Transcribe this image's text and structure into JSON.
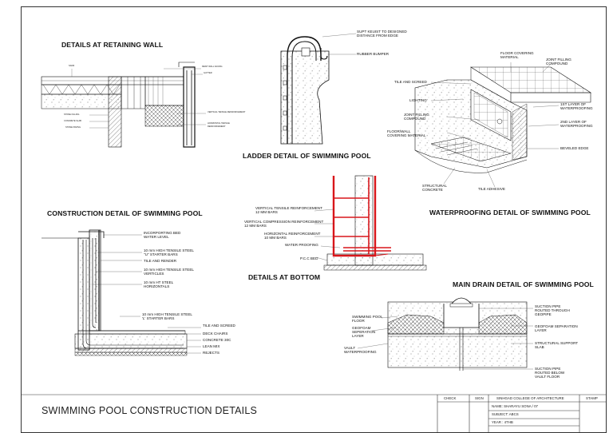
{
  "titles": {
    "retaining_wall": "DETAILS AT RETAINING WALL",
    "ladder": "LADDER DETAIL OF SWIMMING POOL",
    "construction": "CONSTRUCTION DETAIL OF SWIMMING POOL",
    "bottom": "DETAILS AT BOTTOM",
    "waterproofing": "WATERPROOFING DETAIL OF SWIMMING POOL",
    "main_drain": "MAIN DRAIN DETAIL OF SWIMMING POOL"
  },
  "ladder_labels": [
    "SUPT KEUIST TO DESIGNED",
    "DISTANCE FROM EDGE",
    "RUBBER BUMPER"
  ],
  "waterproofing_labels": {
    "floor_covering": [
      "FLOOR COVERING",
      "MATERIAL"
    ],
    "joint_filling": [
      "JOINT FILLING",
      "COMPOUND"
    ],
    "tile_screed": "TILE AND SCREED",
    "lighting": "LIGHTING",
    "joint_filling_2": [
      "JOINT FILLING",
      "COMPOUND"
    ],
    "floor_wall": [
      "FLOOR/WALL",
      "COVERING MATERIAL"
    ],
    "first_layer": [
      "1ST LAYER OF",
      "WATERPROOFING"
    ],
    "second_layer": [
      "2ND LAYER OF",
      "WATERPROOFING"
    ],
    "beveled_edge": "BEVELED EDGE",
    "structural_concrete": [
      "STRUCTURAL",
      "CONCRETE"
    ],
    "tile_adhesive": "TILE ADHESIVE"
  },
  "retaining_labels": [
    "SAND",
    "RESIT WALL FACING",
    "GUTTER",
    "VERTICAL TENSILE REINFORCEMENT",
    "HORIZONTAL TENSILE",
    "REINFORCEMENT",
    "STONE FILLING",
    "CONCRETE SLAB",
    "STONE PAVING"
  ],
  "construction_labels": [
    [
      "INCORPORTING BED",
      "WATER LEVEL"
    ],
    [
      "10 mm HIGH TENSILE STEEL",
      "\"U\" STARTER BARS"
    ],
    [
      "TILE AND RENDER"
    ],
    [
      "10 mm HIGH TENSILE STEEL",
      "VERTICLES"
    ],
    [
      "10 mm HT STEEL",
      "HORIZONTALS"
    ],
    [
      "10 mm HIGH TENSILE STEEL",
      "'L' STARTER BARS"
    ],
    [
      "TILE AND SCREED"
    ],
    [
      "DECK CHAIRS"
    ],
    [
      "CONCRETE 30C"
    ],
    [
      "LEAN MIX"
    ],
    [
      "REJECTS"
    ]
  ],
  "bottom_labels": [
    [
      "VERTICAL TENSILE REINFORCEMENT",
      "12 MM BARS"
    ],
    [
      "VERTICAL COMPRESSION REINFORCEMENT",
      "12 MM BARS"
    ],
    [
      "HORIZONTAL REINFORCEMENT",
      "10 MM BARS"
    ],
    [
      "WATER PROOFING"
    ],
    [
      "P.C.C BED"
    ]
  ],
  "drain_labels": {
    "floor": [
      "SWIMMING POOL",
      "FLOOR"
    ],
    "geofoam": [
      "GEOFOAM",
      "SEPERATION",
      "LAYER"
    ],
    "vault": [
      "VAULT",
      "WATERPROOFING"
    ],
    "suction_top": [
      "SUCTION PIPE",
      "ROUTED THROUGH",
      "GEOPIPE"
    ],
    "geofoam_right": [
      "GEOFOAM SEPARATION",
      "LAYER"
    ],
    "support": [
      "STRUCTURAL SUPPORT",
      "SLAB"
    ],
    "suction_bottom": [
      "SUCTION PIPE",
      "ROUTED BELOW",
      "VAULT FLOOR"
    ]
  },
  "title_block": {
    "title": "SWIMMING POOL CONSTRUCTION DETAILS",
    "check": "CHECK",
    "sign": "SIGN",
    "college": "SINHGAD COLLEGE OF ARCHITECTURE",
    "stamp": "STAMP",
    "name": "NAME: SHARAYU SONA / 07",
    "subject": "SUBJECT: ABCS",
    "year": "YEAR : 4THB"
  },
  "colors": {
    "reinforcement": "#d9161b",
    "line": "#111111"
  }
}
